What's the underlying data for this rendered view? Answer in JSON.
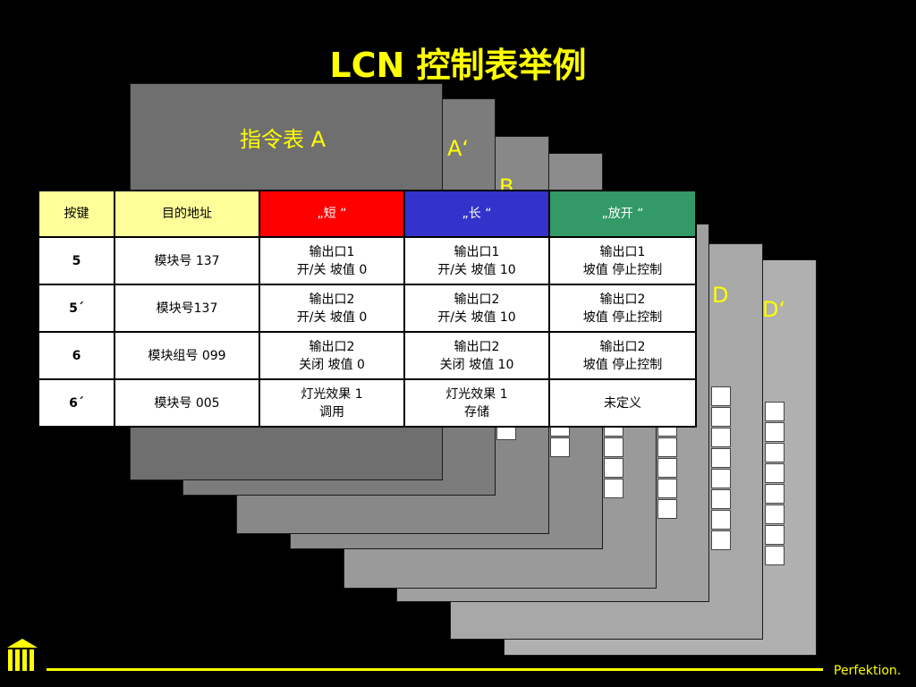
{
  "title": "LCN 控制表举例",
  "sheets": {
    "a": "指令表 A",
    "a_prime": "A‘",
    "b": "B",
    "d": "D",
    "d_prime": "D‘"
  },
  "table": {
    "headers": [
      "按键",
      "目的地址",
      "„短 “",
      "„长 “",
      "„放开 “"
    ],
    "rows": [
      {
        "key": "5",
        "address": "模块号 137",
        "short": [
          "输出口1",
          "开/关  坡值 0"
        ],
        "long": [
          "输出口1",
          "开/关  坡值 10"
        ],
        "release": [
          "输出口1",
          "坡值  停止控制"
        ]
      },
      {
        "key": "5´",
        "address": "模块号137",
        "short": [
          "输出口2",
          "开/关  坡值 0"
        ],
        "long": [
          "输出口2",
          "开/关  坡值 10"
        ],
        "release": [
          "输出口2",
          "坡值  停止控制"
        ]
      },
      {
        "key": "6",
        "address": "模块组号 099",
        "short": [
          "输出口2",
          "关闭 坡值 0"
        ],
        "long": [
          "输出口2",
          "关闭 坡值 10"
        ],
        "release": [
          "输出口2",
          "坡值  停止控制"
        ]
      },
      {
        "key": "6´",
        "address": "模块号 005",
        "short": [
          "灯光效果 1",
          "调用"
        ],
        "long": [
          "灯光效果 1",
          "存储"
        ],
        "release": [
          "未定义"
        ]
      }
    ]
  },
  "colors": {
    "accent": "#ffff00",
    "header_key": "#ffff99",
    "header_address": "#ffff99",
    "header_short": "#ff0000",
    "header_long": "#3333cc",
    "header_release": "#339966"
  },
  "footer": {
    "brand": "Perfektion."
  },
  "icons": {
    "logo": "building-logo-icon"
  }
}
